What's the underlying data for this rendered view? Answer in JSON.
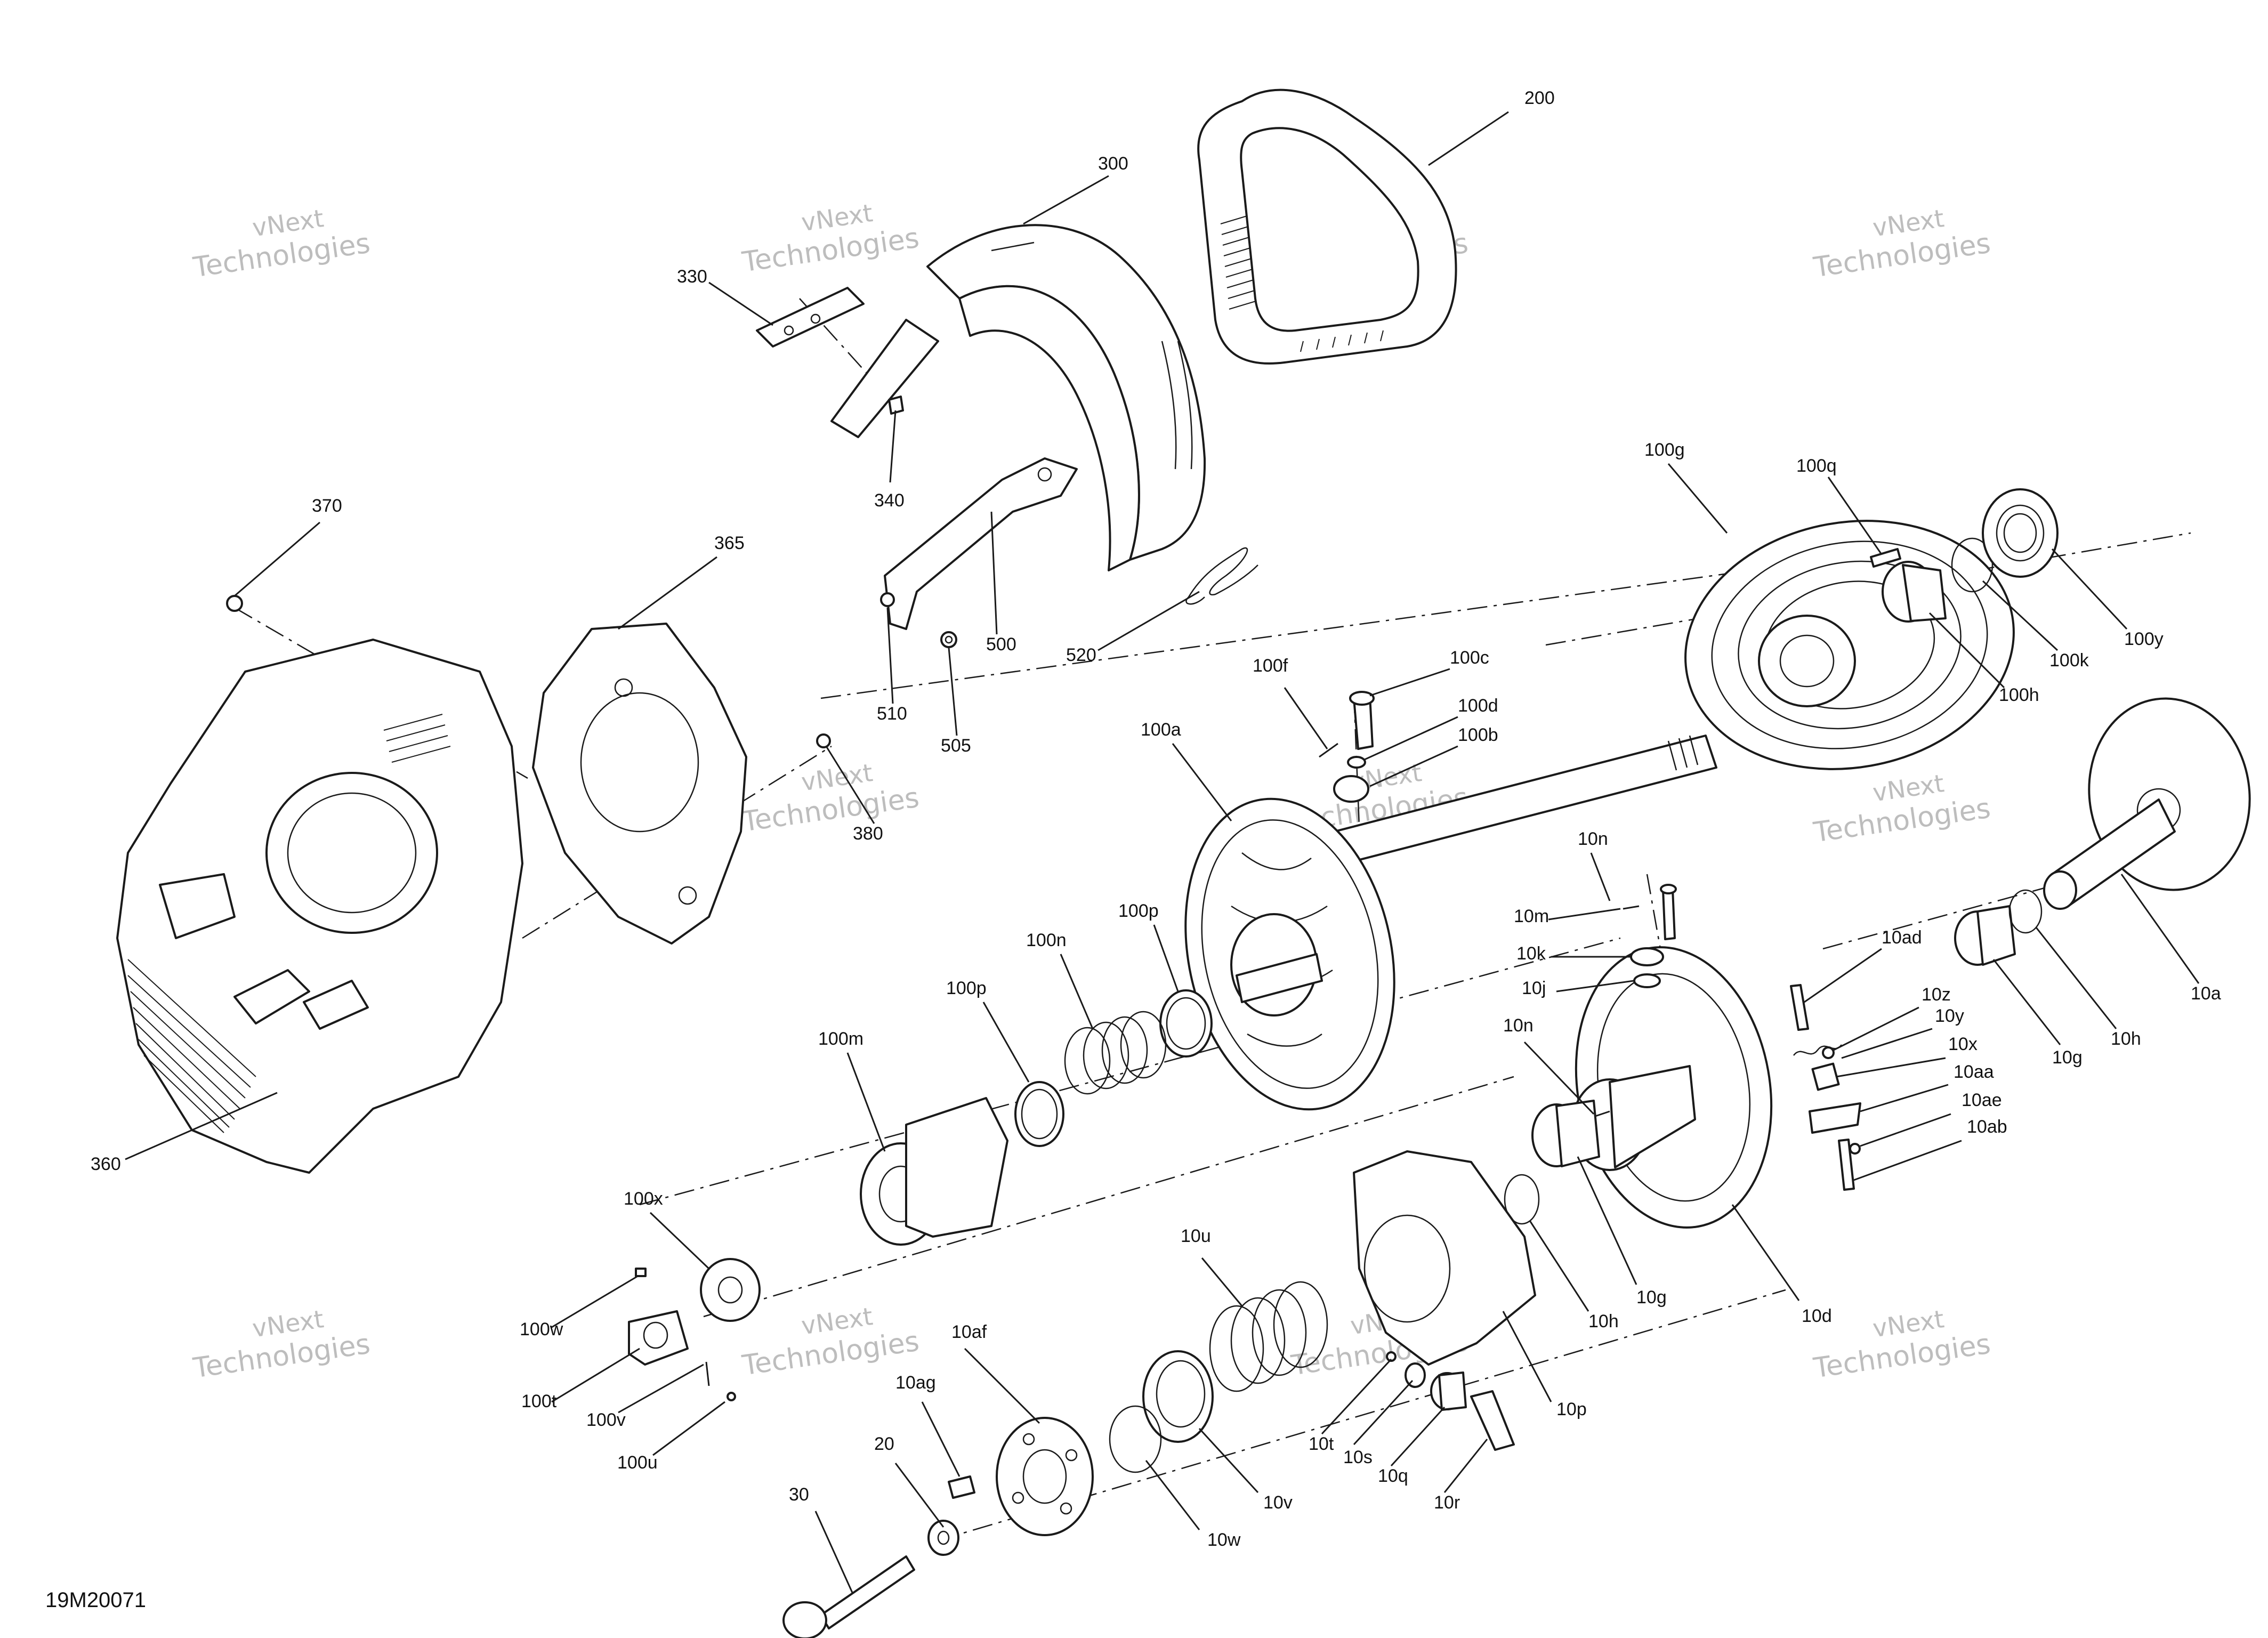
{
  "document_id": "19M20071",
  "watermark": {
    "line1": "vNext",
    "line2": "Technologies"
  },
  "callouts": [
    "200",
    "300",
    "330",
    "340",
    "370",
    "365",
    "360",
    "380",
    "500",
    "505",
    "510",
    "520",
    "100a",
    "100c",
    "100d",
    "100b",
    "100f",
    "100g",
    "100q",
    "100h",
    "100k",
    "100y",
    "100m",
    "100n",
    "100p",
    "100p",
    "100x",
    "100w",
    "100t",
    "100v",
    "100u",
    "10a",
    "10g",
    "10h",
    "10n",
    "10m",
    "10k",
    "10j",
    "10n",
    "10ad",
    "10z",
    "10y",
    "10x",
    "10aa",
    "10ae",
    "10ab",
    "10d",
    "10g",
    "10h",
    "10p",
    "10u",
    "10v",
    "10w",
    "10af",
    "10ag",
    "10t",
    "10s",
    "10q",
    "10r",
    "20",
    "30"
  ],
  "colors": {
    "line": "#1a1a1a",
    "watermark": "#bdbdbd",
    "background": "#ffffff"
  }
}
